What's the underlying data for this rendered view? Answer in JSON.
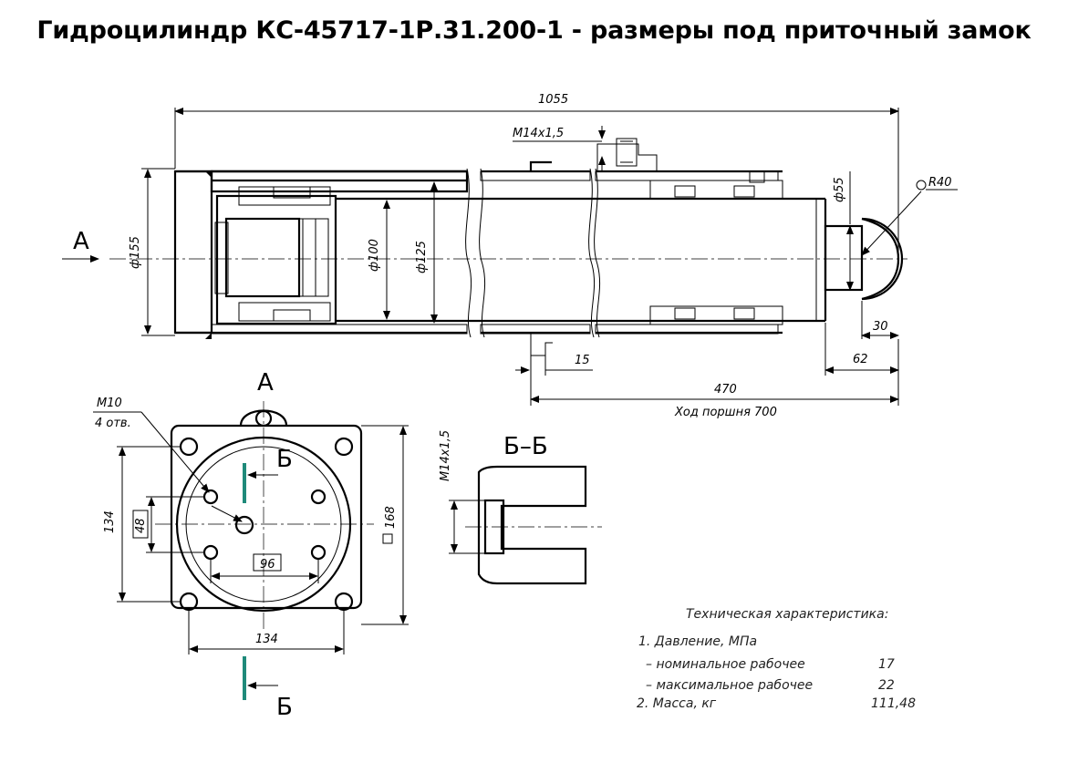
{
  "title": "Гидроцилиндр КС-45717-1Р.31.200-1 - размеры под приточный замок",
  "dimensions": {
    "overall_length": "1055",
    "port_thread": "M14x1,5",
    "outer_diameter": "ф155",
    "rod_diameter_small": "ф100",
    "bore_diameter": "ф125",
    "rod_diameter": "ф55",
    "ball_radius": "R40",
    "dim_30": "30",
    "dim_62": "62",
    "dim_15": "15",
    "dim_470": "470",
    "stroke": "Ход поршня 700",
    "bolt_thread": "M10",
    "bolt_count": "4 отв.",
    "flange_134_vertical": "134",
    "bolt_48": "48",
    "bolt_96": "96",
    "flange_168": "168",
    "flange_134_horizontal": "134",
    "section_thread": "M14x1,5"
  },
  "labels": {
    "view_a_left": "А",
    "view_a_top": "А",
    "section_b_top": "Б",
    "section_b_bottom": "Б",
    "section_title": "Б–Б"
  },
  "specs": {
    "heading": "Техническая характеристика:",
    "item1": "1. Давление, МПа",
    "item1a_label": "– номинальное рабочее",
    "item1a_value": "17",
    "item1b_label": "– максимальное рабочее",
    "item1b_value": "22",
    "item2_label": "2. Масса, кг",
    "item2_value": "111,48"
  },
  "colors": {
    "section_line": "#1f8a7a"
  }
}
